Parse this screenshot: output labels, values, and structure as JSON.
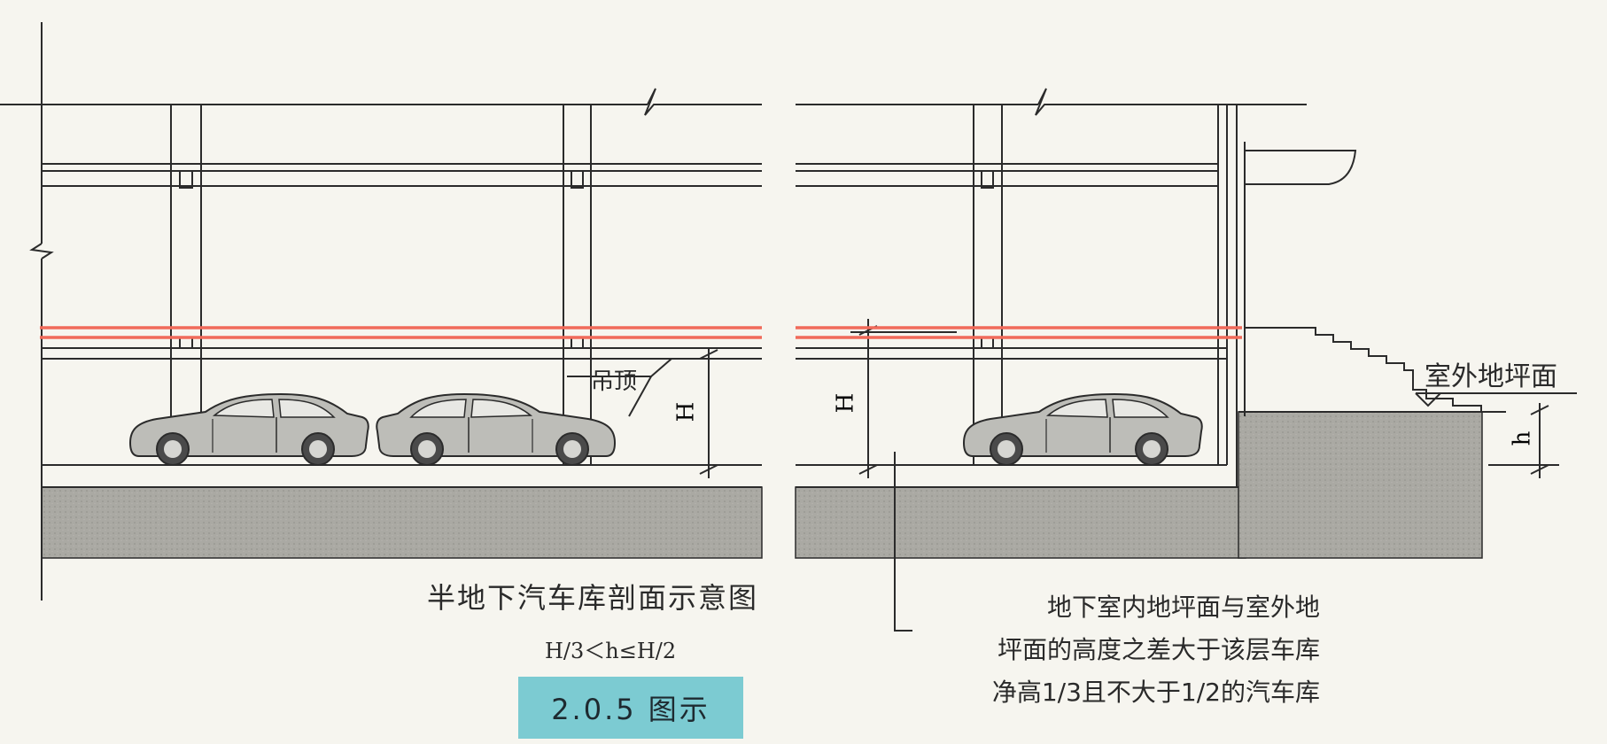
{
  "diagram": {
    "title": "半地下汽车库剖面示意图",
    "formula": "H/3＜h≤H/2",
    "figure_tag": "2.0.5 图示",
    "labels": {
      "ceiling": "吊顶",
      "outdoor_ground": "室外地坪面",
      "dim_H": "H",
      "dim_h": "h"
    },
    "note": [
      "地下室内地坪面与室外地",
      "坪面的高度之差大于该层车库",
      "净高1/3且不大于1/2的汽车库"
    ],
    "colors": {
      "line": "#2b2b2b",
      "highlight": "#f06a5a",
      "ground_fill": "#aaa9a3",
      "car_fill": "#bdbdb8",
      "tag_bg": "#7ccbd2"
    }
  }
}
